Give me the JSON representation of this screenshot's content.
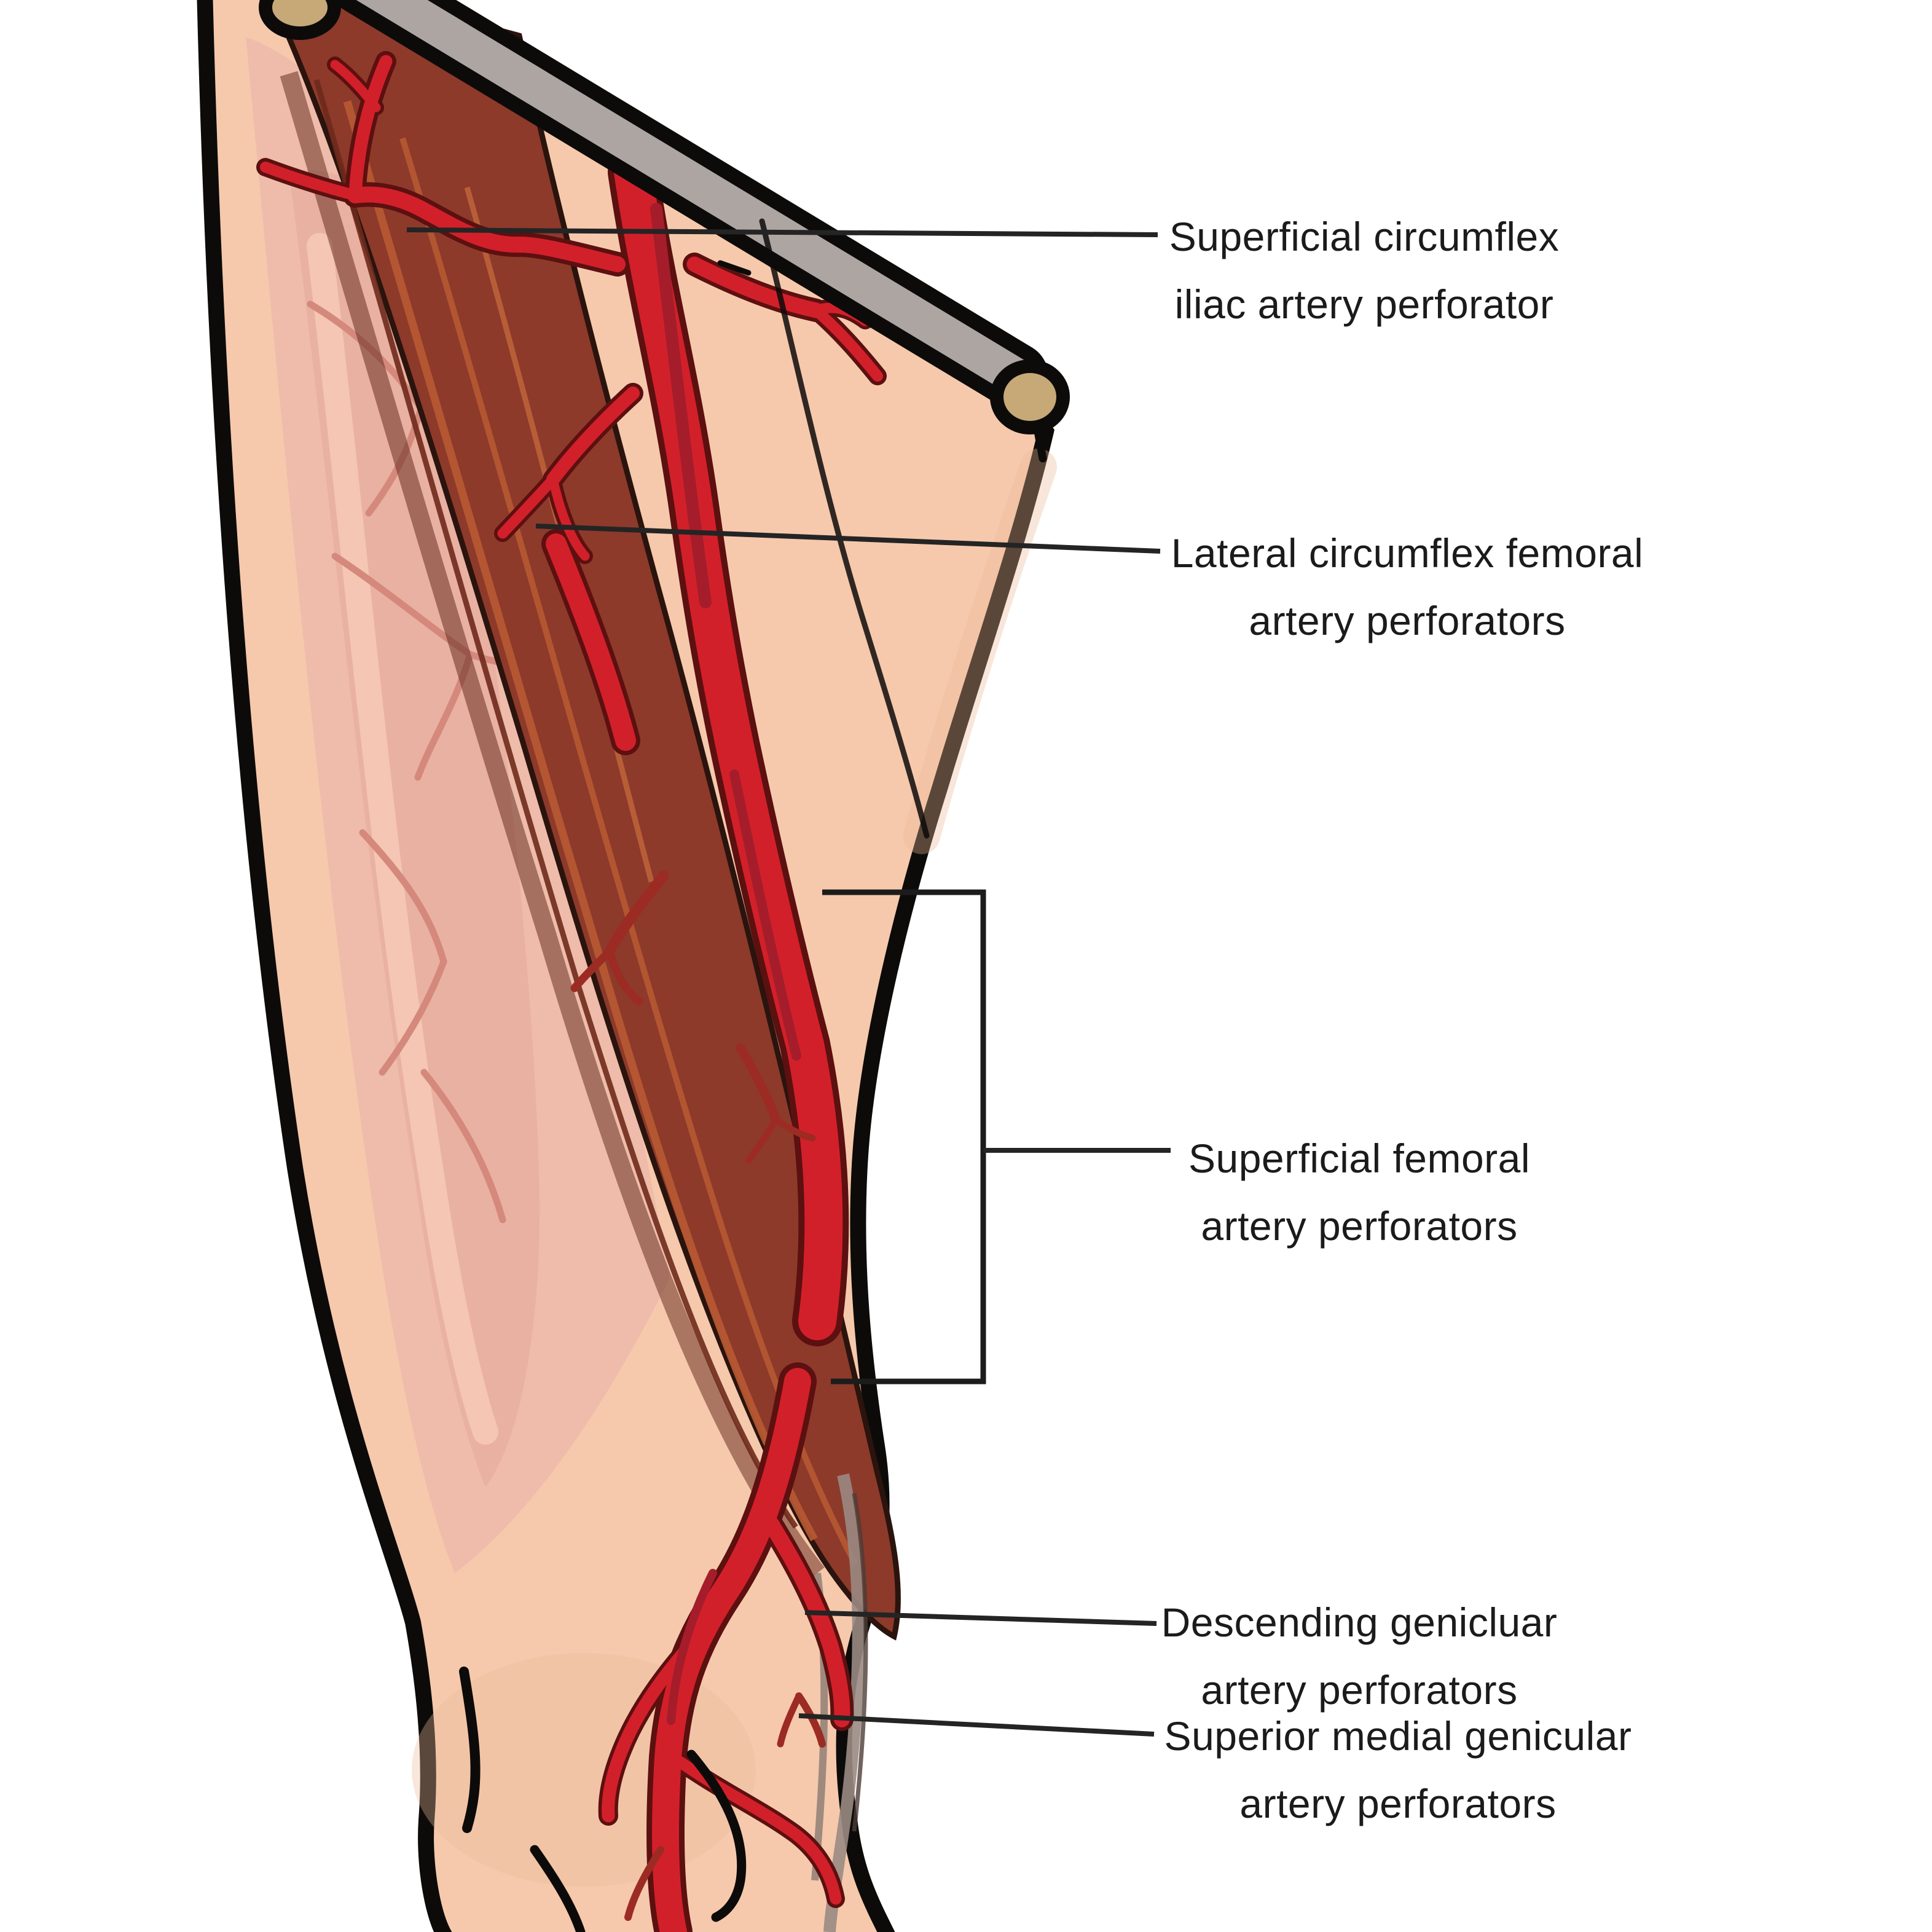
{
  "labels": [
    {
      "id": "superficial-circumflex-iliac",
      "line1": "Superficial circumflex",
      "line2": "iliac artery perforator"
    },
    {
      "id": "lateral-circumflex-femoral",
      "line1": "Lateral circumflex femoral",
      "line2": "artery perforators"
    },
    {
      "id": "superficial-femoral",
      "line1": "Superficial femoral",
      "line2": "artery perforators"
    },
    {
      "id": "descending-genicular",
      "line1": "Descending genicluar",
      "line2": "artery perforators"
    },
    {
      "id": "superior-medial-genicular",
      "line1": "Superior medial genicular",
      "line2": "artery perforators"
    }
  ],
  "colors": {
    "background": "#ffffff",
    "skin": "#f6c9ac",
    "fascia_window": "#efbcab",
    "pale_muscle": "#e9b1a1",
    "sartorius_muscle": "#8d3a2b",
    "muscle_streak": "#b85a33",
    "artery_bright": "#d2202a",
    "artery_shadow": "#a51d2b",
    "artery_outline": "#5c1010",
    "retractor_bar": "#ada5a2",
    "retractor_pin": "#c7a877",
    "outline_black": "#0d0b0a",
    "label_text": "#1b1b1b",
    "leader_line": "#242424"
  }
}
